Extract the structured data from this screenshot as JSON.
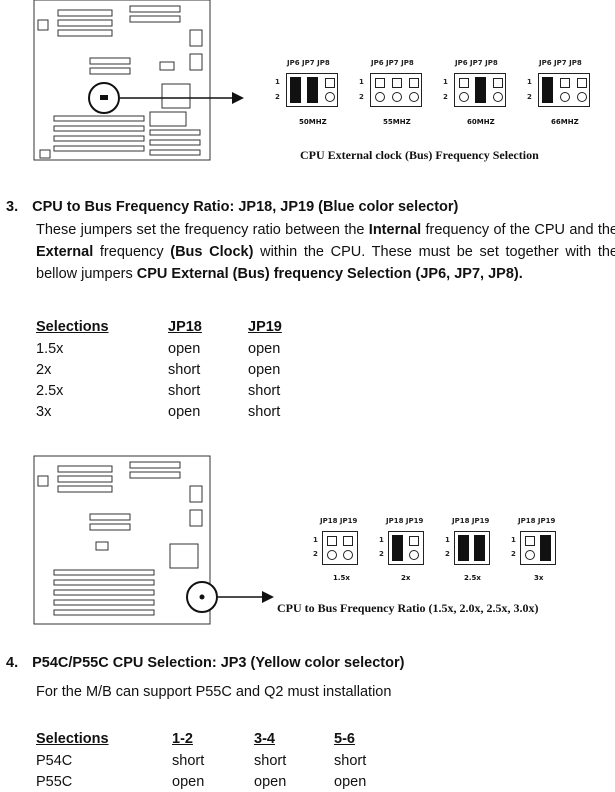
{
  "fig1": {
    "jumper_headers": [
      "JP6 JP7 JP8",
      "JP6 JP7 JP8",
      "JP6 JP7 JP8",
      "JP6 JP7 JP8"
    ],
    "pin_numbers": [
      "1",
      "2"
    ],
    "options": [
      "50MHZ",
      "55MHZ",
      "60MHZ",
      "66MHZ"
    ],
    "caption": "CPU External clock (Bus) Frequency Selection"
  },
  "section3": {
    "number": "3.",
    "title": "CPU to Bus Frequency Ratio:  JP18, JP19  (Blue color selector)",
    "para": {
      "t1": "These jumpers set the frequency ratio between the ",
      "b1": "Internal",
      "t2": " frequency of the CPU and the ",
      "b2": "External",
      "t3": " frequency ",
      "b3": "(Bus Clock)",
      "t4": " within the CPU.  These must be set together with the bellow jumpers ",
      "b4": "CPU External (Bus) frequency Selection (JP6, JP7, JP8)."
    },
    "table": {
      "headers": [
        "Selections",
        "JP18",
        "JP19"
      ],
      "rows": [
        [
          "1.5x",
          "open",
          "open"
        ],
        [
          "2x",
          "short",
          "open"
        ],
        [
          "2.5x",
          "short",
          "short"
        ],
        [
          "3x",
          "open",
          "short"
        ]
      ]
    }
  },
  "fig2": {
    "jumper_headers": [
      "JP18 JP19",
      "JP18 JP19",
      "JP18 JP19",
      "JP18 JP19"
    ],
    "pin_numbers": [
      "1",
      "2"
    ],
    "options": [
      "1.5x",
      "2x",
      "2.5x",
      "3x"
    ],
    "caption": "CPU to Bus Frequency Ratio (1.5x, 2.0x, 2.5x, 3.0x)"
  },
  "section4": {
    "number": "4.",
    "title": "P54C/P55C CPU Selection:  JP3  (Yellow color selector)",
    "note": "For the M/B can support P55C and Q2 must installation",
    "table": {
      "headers": [
        "Selections",
        "1-2",
        "3-4",
        "5-6"
      ],
      "rows": [
        [
          "P54C",
          "short",
          "short",
          "short"
        ],
        [
          "P55C",
          "open",
          "open",
          "open"
        ]
      ]
    }
  }
}
